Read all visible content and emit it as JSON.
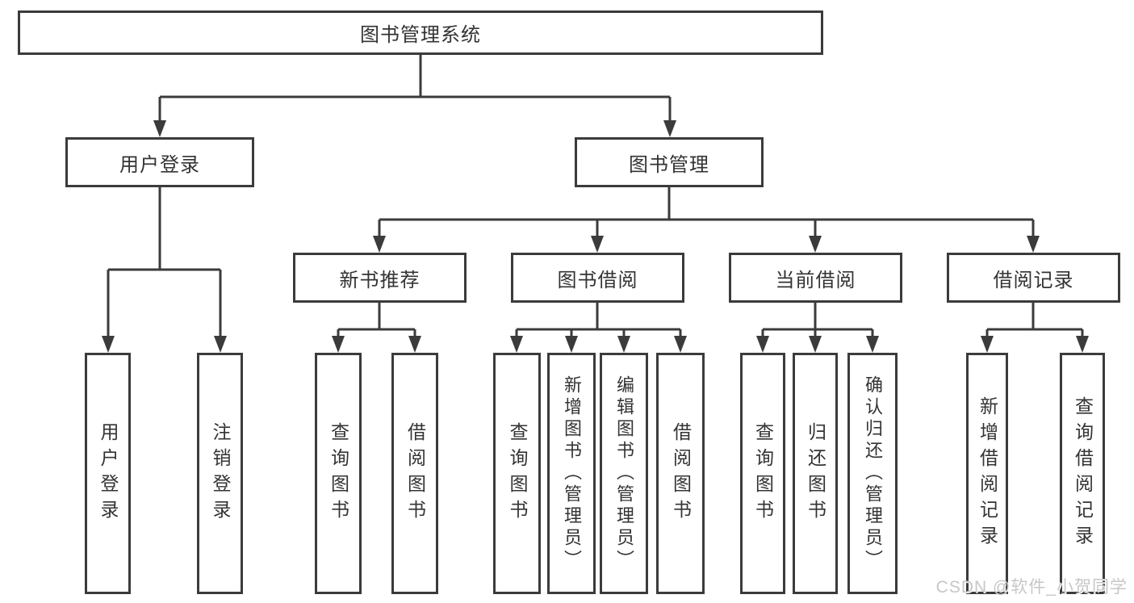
{
  "colors": {
    "line": "#3b3b3b",
    "text": "#333333",
    "background": "#ffffff",
    "watermark": "#c7c7c7"
  },
  "watermark": "CSDN @软件_小贺同学",
  "tree": {
    "root": {
      "label": "图书管理系统",
      "children": [
        {
          "label": "用户登录",
          "children": [
            {
              "label": "用户登录"
            },
            {
              "label": "注销登录"
            }
          ]
        },
        {
          "label": "图书管理",
          "children": [
            {
              "label": "新书推荐",
              "children": [
                {
                  "label": "查询图书"
                },
                {
                  "label": "借阅图书"
                }
              ]
            },
            {
              "label": "图书借阅",
              "children": [
                {
                  "label": "查询图书"
                },
                {
                  "label": "新增图书（管理员）"
                },
                {
                  "label": "编辑图书（管理员）"
                },
                {
                  "label": "借阅图书"
                }
              ]
            },
            {
              "label": "当前借阅",
              "children": [
                {
                  "label": "查询图书"
                },
                {
                  "label": "归还图书"
                },
                {
                  "label": "确认归还（管理员）"
                }
              ]
            },
            {
              "label": "借阅记录",
              "children": [
                {
                  "label": "新增借阅记录"
                },
                {
                  "label": "查询借阅记录"
                }
              ]
            }
          ]
        }
      ]
    }
  }
}
